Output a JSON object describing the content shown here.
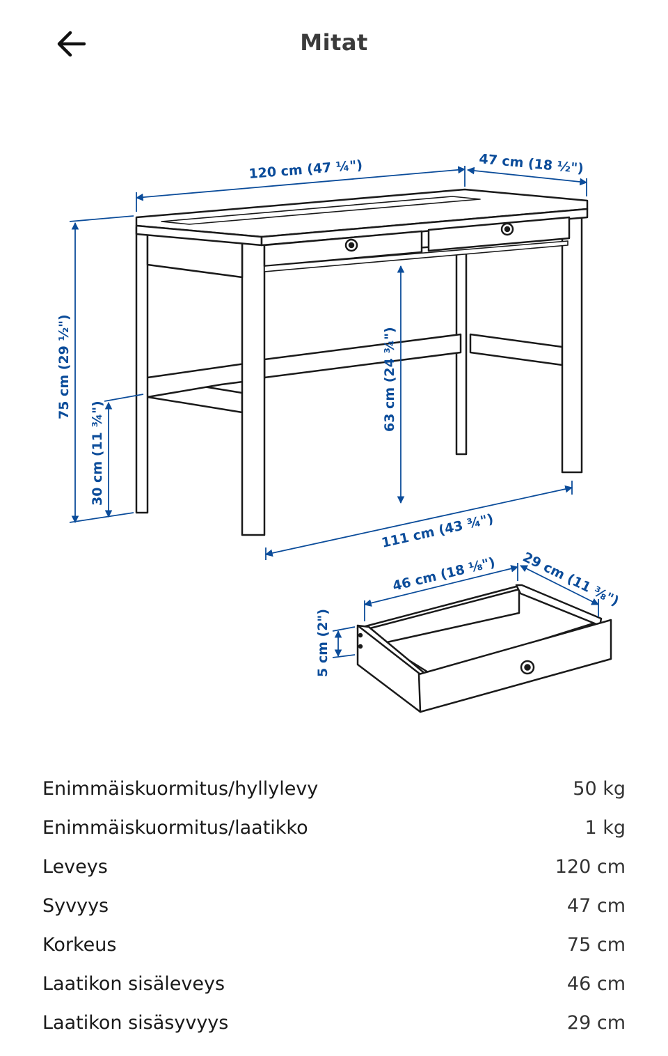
{
  "header": {
    "title": "Mitat",
    "back_icon": "arrow-left-icon"
  },
  "diagram": {
    "colors": {
      "dimension": "#0b4c9a",
      "line": "#1a1a1a"
    },
    "labels": {
      "width": "120 cm (47 ¼\")",
      "depth": "47 cm (18 ½\")",
      "height": "75 cm (29 ½\")",
      "shelf_height": "30 cm (11 ¾\")",
      "knee_height": "63 cm (24 ¾\")",
      "inner_width": "111 cm (43 ¾\")",
      "drawer_width": "46 cm (18 ⅛\")",
      "drawer_depth": "29 cm (11 ⅜\")",
      "drawer_height": "5 cm (2\")"
    }
  },
  "specs": [
    {
      "label": "Enimmäiskuormitus/hyllylevy",
      "value": "50 kg"
    },
    {
      "label": "Enimmäiskuormitus/laatikko",
      "value": "1 kg"
    },
    {
      "label": "Leveys",
      "value": "120 cm"
    },
    {
      "label": "Syvyys",
      "value": "47 cm"
    },
    {
      "label": "Korkeus",
      "value": "75 cm"
    },
    {
      "label": "Laatikon sisäleveys",
      "value": "46 cm"
    },
    {
      "label": "Laatikon sisäsyvyys",
      "value": "29 cm"
    }
  ]
}
